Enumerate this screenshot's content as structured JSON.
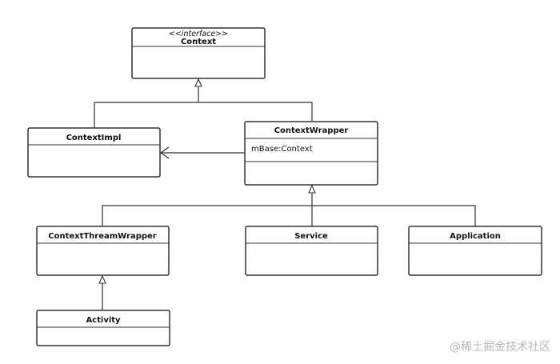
{
  "classes": {
    "context": {
      "stereotype": "<<interface>>",
      "name": "Context"
    },
    "context_impl": {
      "name": "ContextImpl"
    },
    "context_wrapper": {
      "name": "ContextWrapper",
      "attribute": "mBase:Context"
    },
    "context_theme_wrapper": {
      "name": "ContextThreamWrapper"
    },
    "service": {
      "name": "Service"
    },
    "application": {
      "name": "Application"
    },
    "activity": {
      "name": "Activity"
    }
  },
  "relations": [
    {
      "from": "ContextImpl",
      "to": "Context",
      "type": "realization"
    },
    {
      "from": "ContextWrapper",
      "to": "Context",
      "type": "realization"
    },
    {
      "from": "ContextWrapper",
      "to": "ContextImpl",
      "type": "association"
    },
    {
      "from": "ContextThreamWrapper",
      "to": "ContextWrapper",
      "type": "generalization"
    },
    {
      "from": "Service",
      "to": "ContextWrapper",
      "type": "generalization"
    },
    {
      "from": "Application",
      "to": "ContextWrapper",
      "type": "generalization"
    },
    {
      "from": "Activity",
      "to": "ContextThreamWrapper",
      "type": "generalization"
    }
  ],
  "watermark": "@稀土掘金技术社区"
}
